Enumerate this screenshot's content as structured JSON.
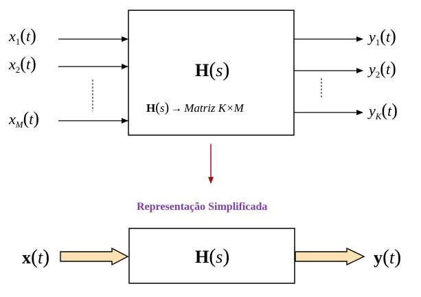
{
  "colors": {
    "accent_purple": "#7a3fa8",
    "dark_red": "#8b0000",
    "arrow_fill": "#fde3b3"
  },
  "inputs": [
    {
      "var": "x",
      "sub": "1",
      "arg": "t"
    },
    {
      "var": "x",
      "sub": "2",
      "arg": "t"
    },
    {
      "var": "x",
      "sub": "M",
      "arg": "t"
    }
  ],
  "outputs": [
    {
      "var": "y",
      "sub": "1",
      "arg": "t"
    },
    {
      "var": "y",
      "sub": "2",
      "arg": "t"
    },
    {
      "var": "y",
      "sub": "K",
      "arg": "t"
    }
  ],
  "system": {
    "symbol": "H",
    "arg": "s",
    "note_prefix": "H",
    "note_arg": "s",
    "note_arrow": "→",
    "note_text": "Matriz K×M"
  },
  "simplified": {
    "title": "Representação Simplificada",
    "input": {
      "var": "x",
      "arg": "t"
    },
    "output": {
      "var": "y",
      "arg": "t"
    },
    "symbol": "H",
    "arg": "s"
  }
}
